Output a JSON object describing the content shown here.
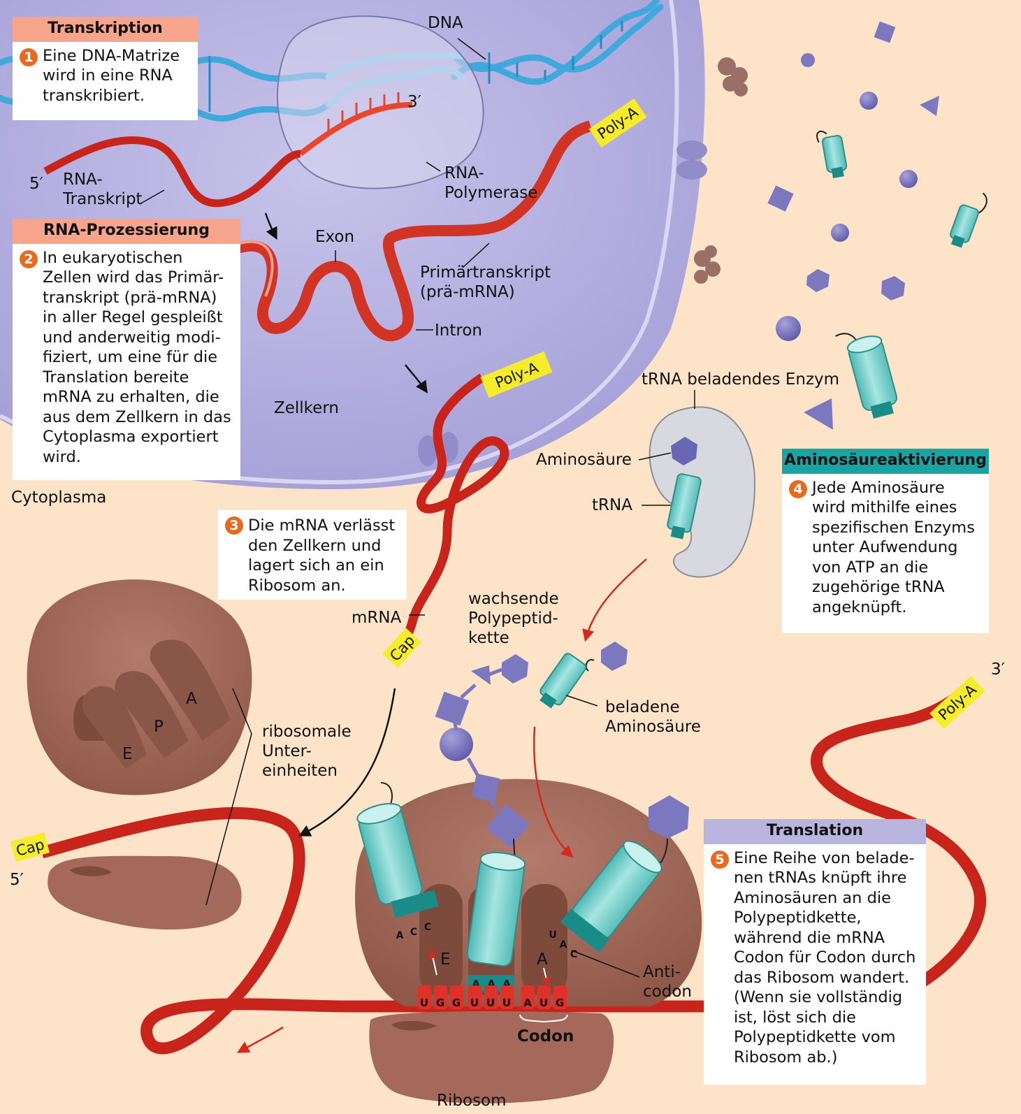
{
  "boxes": {
    "transcription": {
      "title": "Transkription",
      "number": "1",
      "text": "Eine DNA-Matrize wird in eine RNA transkribiert."
    },
    "processing": {
      "title": "RNA-Prozessierung",
      "number": "2",
      "text": "In eukaryotischen Zellen wird das Primär-transkript (prä-mRNA) in aller Regel gespleißt und anderweitig modi-fiziert, um eine für die Translation bereite mRNA zu erhalten, die aus dem Zellkern in das Cytoplasma exportiert wird."
    },
    "export": {
      "number": "3",
      "text": "Die mRNA verlässt den Zellkern und lagert sich an ein Ribosom an."
    },
    "activation": {
      "title": "Aminosäureaktivierung",
      "number": "4",
      "text": "Jede Aminosäure wird mithilfe eines spezifischen Enzyms unter Aufwendung von ATP an die zugehörige tRNA angeknüpft."
    },
    "translation": {
      "title": "Translation",
      "number": "5",
      "text": "Eine Reihe von belade-nen tRNAs knüpft ihre Aminosäuren an die Polypeptidkette, während die mRNA Codon für Codon durch das Ribosom wandert. (Wenn sie vollständig ist, löst sich die Polypeptidkette vom Ribosom ab.)"
    }
  },
  "labels": {
    "dna": "DNA",
    "three_prime": "3′",
    "five_prime": "5′",
    "rna_transcript": [
      "RNA-",
      "Transkript"
    ],
    "rna_polymerase": [
      "RNA-",
      "Polymerase"
    ],
    "poly_a": "Poly-A",
    "exon": "Exon",
    "primary_transcript": [
      "Primärtranskript",
      "(prä-mRNA)"
    ],
    "intron": "Intron",
    "nucleus": "Zellkern",
    "cytoplasm": "Cytoplasma",
    "trna_enzyme": "tRNA beladendes Enzym",
    "amino_acid": "Aminosäure",
    "trna": "tRNA",
    "mrna": "mRNA",
    "cap": "Cap",
    "growing_chain": [
      "wachsende",
      "Polypeptid-",
      "kette"
    ],
    "loaded_amino": [
      "beladene",
      "Aminosäure"
    ],
    "ribosomal_subunits": [
      "ribosomale",
      "Unter-",
      "einheiten"
    ],
    "site_e": "E",
    "site_p": "P",
    "site_a": "A",
    "anticodon": [
      "Anti-",
      "codon"
    ],
    "codon": "Codon",
    "ribosome": "Ribosom",
    "anticodon_left": [
      "A",
      "C",
      "C"
    ],
    "anticodon_mid": [
      "A",
      "A",
      "A"
    ],
    "anticodon_right": [
      "U",
      "A",
      "C"
    ],
    "mrna_bases": [
      "U",
      "G",
      "G",
      "U",
      "U",
      "U",
      "A",
      "U",
      "G"
    ]
  },
  "colors": {
    "background": "#fde3c8",
    "nucleus": "#b4b0de",
    "rna": "#d42a1e",
    "dna": "#3fa9dc",
    "trna": "#7fd3cf",
    "ribosome": "#a4695a",
    "amino_acid": "#7c78bf",
    "cap_poly_a": "#f6ed2a",
    "step_number": "#e96a1e"
  }
}
